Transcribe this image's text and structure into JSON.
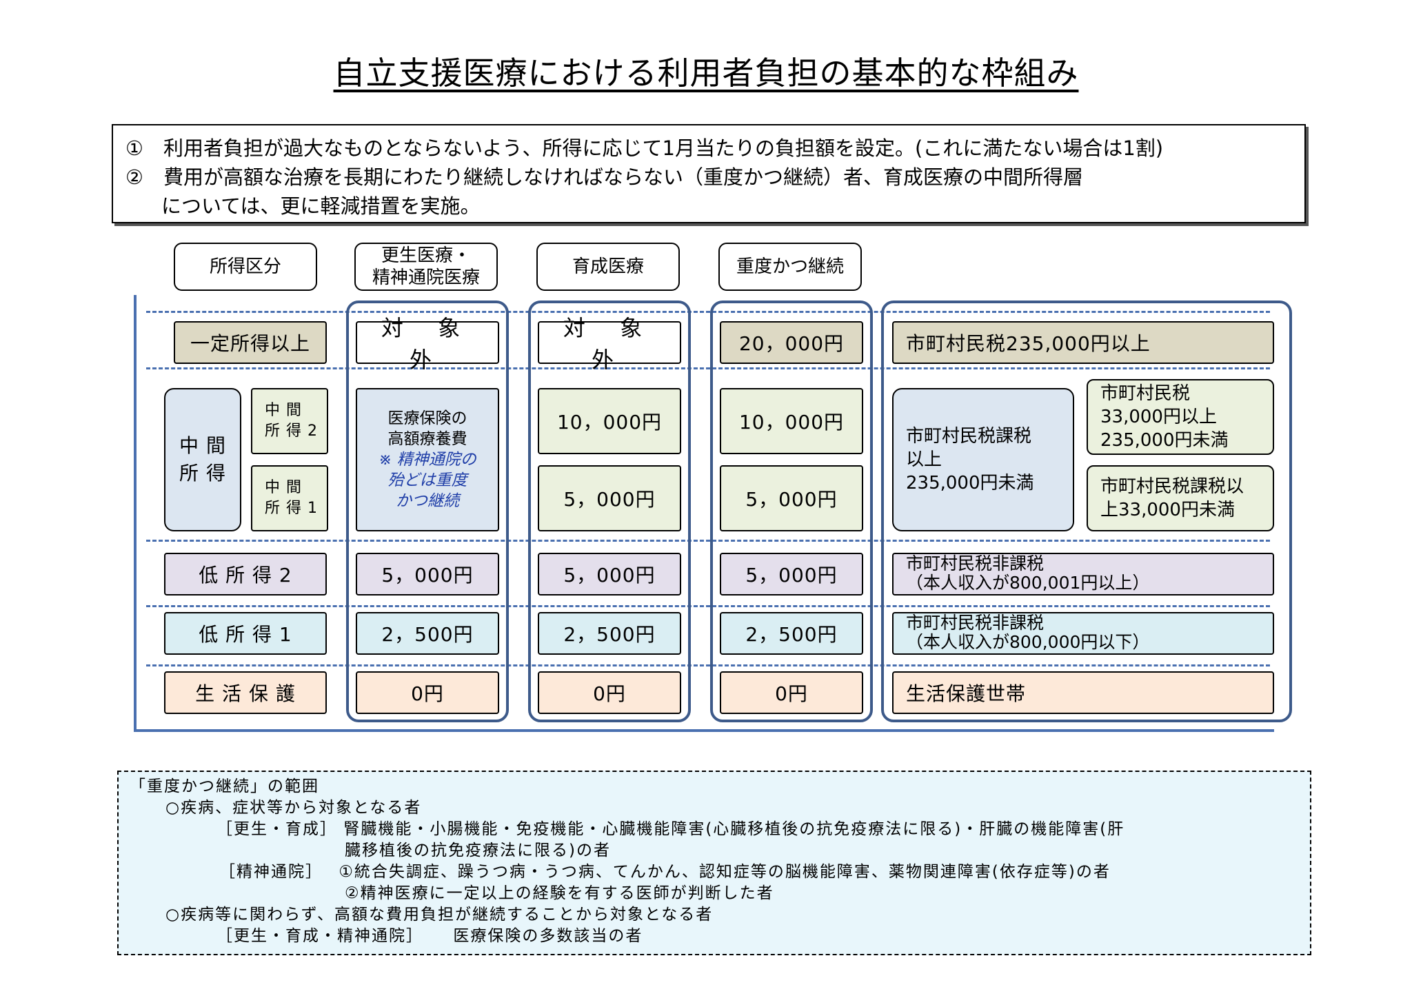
{
  "title": "自立支援医療における利用者負担の基本的な枠組み",
  "notes": {
    "line1": "①　利用者負担が過大なものとならないよう、所得に応じて1月当たりの負担額を設定。(これに満たない場合は1割)",
    "line2": "②　費用が高額な治療を長期にわたり継続しなければならない（重度かつ継続）者、育成医療の中間所得層",
    "line3": "については、更に軽減措置を実施。"
  },
  "headers": {
    "income": "所得区分",
    "kosei_line1": "更生医療・",
    "kosei_line2": "精神通院医療",
    "ikusei": "育成医療",
    "judo": "重度かつ継続"
  },
  "rows": {
    "high": {
      "label": "一定所得以上",
      "kosei": "対 象 外",
      "ikusei": "対 象 外",
      "judo": "20，000円",
      "criteria": "市町村民税235,000円以上"
    },
    "middle": {
      "label": "中 間\n所 得",
      "mid2_label": "中 間\n所 得 2",
      "mid1_label": "中 間\n所 得 1",
      "kosei_text": "医療保険の\n高額療養費",
      "kosei_note": "※ 精神通院の\n 殆どは重度\nかつ継続",
      "ikusei_mid2": "10，000円",
      "ikusei_mid1": "5，000円",
      "judo_mid2": "10，000円",
      "judo_mid1": "5，000円",
      "criteria_main": "市町村民税課税\n以上\n235,000円未満",
      "criteria_mid2": "市町村民税\n  33,000円以上\n235,000円未満",
      "criteria_mid1": "市町村民税課税以\n上33,000円未満"
    },
    "low2": {
      "label": "低 所 得 2",
      "kosei": "5，000円",
      "ikusei": "5，000円",
      "judo": "5，000円",
      "criteria_line1": "市町村民税非課税",
      "criteria_line2": "（本人収入が800,001円以上）"
    },
    "low1": {
      "label": "低 所 得 1",
      "kosei": "2，500円",
      "ikusei": "2，500円",
      "judo": "2，500円",
      "criteria_line1": "市町村民税非課税",
      "criteria_line2": "（本人収入が800,000円以下）"
    },
    "welfare": {
      "label": "生 活 保 護",
      "kosei": "0円",
      "ikusei": "0円",
      "judo": "0円",
      "criteria": "生活保護世帯"
    }
  },
  "scope": {
    "heading": "「重度かつ継続」の範囲",
    "item1": "○疾病、症状等から対象となる者",
    "item1_kosei_label": "［更生・育成］",
    "item1_kosei_text1": "腎臓機能・小腸機能・免疫機能・心臓機能障害(心臓移植後の抗免疫療法に限る)・肝臓の機能障害(肝",
    "item1_kosei_text2": "臓移植後の抗免疫療法に限る)の者",
    "item1_seishin_label": "［精神通院］",
    "item1_seishin_text1": "①統合失調症、躁うつ病・うつ病、てんかん、認知症等の脳機能障害、薬物関連障害(依存症等)の者",
    "item1_seishin_text2": "②精神医療に一定以上の経験を有する医師が判断した者",
    "item2": "○疾病等に関わらず、高額な費用負担が継続することから対象となる者",
    "item2_label": "［更生・育成・精神通院］",
    "item2_text": "医療保険の多数該当の者"
  },
  "colors": {
    "frame": "#3d5a8a",
    "axis": "#4a70b0",
    "tan": "#ddd9c4",
    "green": "#ebf1de",
    "blue": "#dce6f1",
    "lavender": "#e4dfec",
    "cyan": "#daeef3",
    "peach": "#fde9d9",
    "scope_bg": "#e8f6fb"
  }
}
